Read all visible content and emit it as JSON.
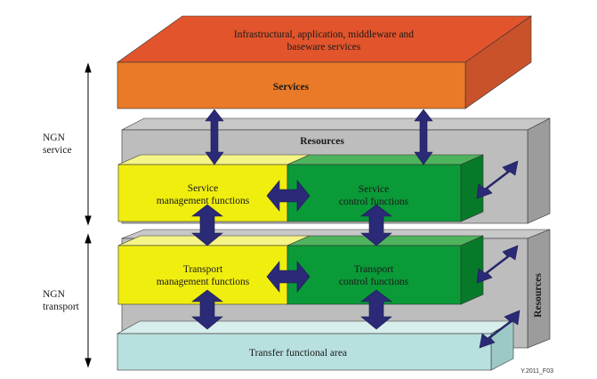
{
  "labels": {
    "infrastructure_line1": "Infrastructural, application, middleware and",
    "infrastructure_line2": "baseware services",
    "services": "Services",
    "resources_top": "Resources",
    "resources_side": "Resources",
    "service_mgmt_line1": "Service",
    "service_mgmt_line2": "management functions",
    "service_ctrl_line1": "Service",
    "service_ctrl_line2": "control functions",
    "transport_mgmt_line1": "Transport",
    "transport_mgmt_line2": "management functions",
    "transport_ctrl_line1": "Transport",
    "transport_ctrl_line2": "control functions",
    "transfer": "Transfer functional area",
    "ngn_service_line1": "NGN",
    "ngn_service_line2": "service",
    "ngn_transport_line1": "NGN",
    "ngn_transport_line2": "transport",
    "figure_code": "Y.2011_F03"
  },
  "colors": {
    "orange_top": "#e2542c",
    "orange_front": "#ea7a27",
    "orange_side": "#c9522a",
    "gray_top": "#c8c8c8",
    "gray_front": "#bdbdbd",
    "gray_side": "#9c9c9c",
    "yellow_front": "#f0ee0e",
    "yellow_top": "#f5f486",
    "green_front": "#0a9a38",
    "green_top": "#4fb35e",
    "green_side": "#077a2a",
    "cyan_front": "#b8e0de",
    "cyan_top": "#d8eeec",
    "arrow": "#2b2a77",
    "outline": "#333333"
  }
}
